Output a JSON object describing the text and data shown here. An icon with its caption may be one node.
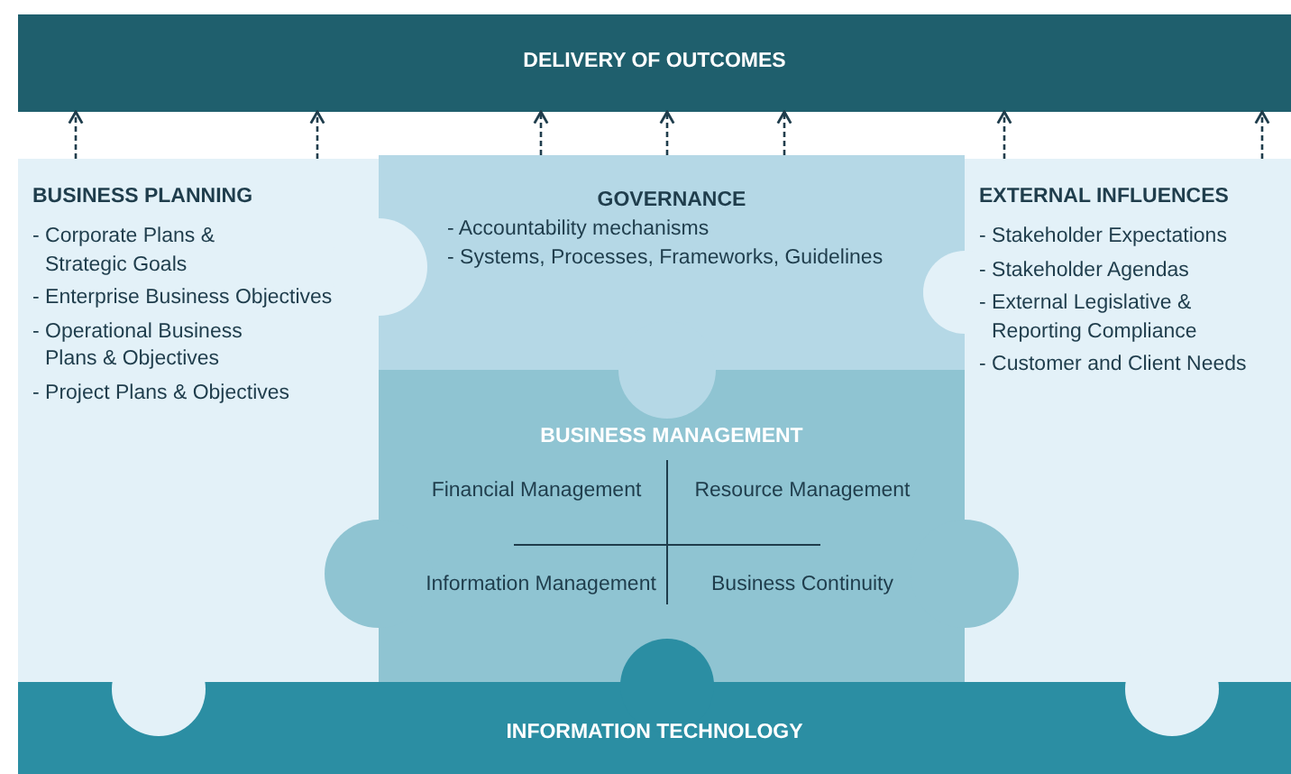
{
  "diagram": {
    "nodes": [
      {
        "text": [
          "DELIVERY OF OUTCOMES"
        ]
      },
      {
        "text": [
          "BUSINESS PLANNING",
          "- Corporate Plans & Strategic Goals",
          "- Enterprise Business Objectives",
          "- Operational Business Plans & Objectives",
          "- Project Plans & Objectives"
        ]
      },
      {
        "text": [
          "GOVERNANCE",
          "- Accountability mechanisms",
          "- Systems, Processes, Frameworks, Guidelines"
        ]
      },
      {
        "text": [
          "EXTERNAL INFLUENCES",
          "- Stakeholder Expectations",
          "- Stakeholder Agendas",
          "- External Legislative & Reporting Compliance",
          "- Customer and Client Needs"
        ]
      },
      {
        "text": [
          "BUSINESS MANAGEMENT",
          "Financial Management",
          "Resource Management",
          "Information Management",
          "Business Continuity"
        ]
      },
      {
        "text": [
          "INFORMATION TECHNOLOGY"
        ]
      }
    ],
    "edges": [
      {
        "from": 1,
        "to": 0,
        "arrow": "to",
        "style": "dashed"
      },
      {
        "from": 1,
        "to": 0,
        "arrow": "to",
        "style": "dashed"
      },
      {
        "from": 2,
        "to": 0,
        "arrow": "to",
        "style": "dashed"
      },
      {
        "from": 2,
        "to": 0,
        "arrow": "to",
        "style": "dashed"
      },
      {
        "from": 2,
        "to": 0,
        "arrow": "to",
        "style": "dashed"
      },
      {
        "from": 3,
        "to": 0,
        "arrow": "to",
        "style": "dashed"
      },
      {
        "from": 3,
        "to": 0,
        "arrow": "to",
        "style": "dashed"
      }
    ]
  }
}
